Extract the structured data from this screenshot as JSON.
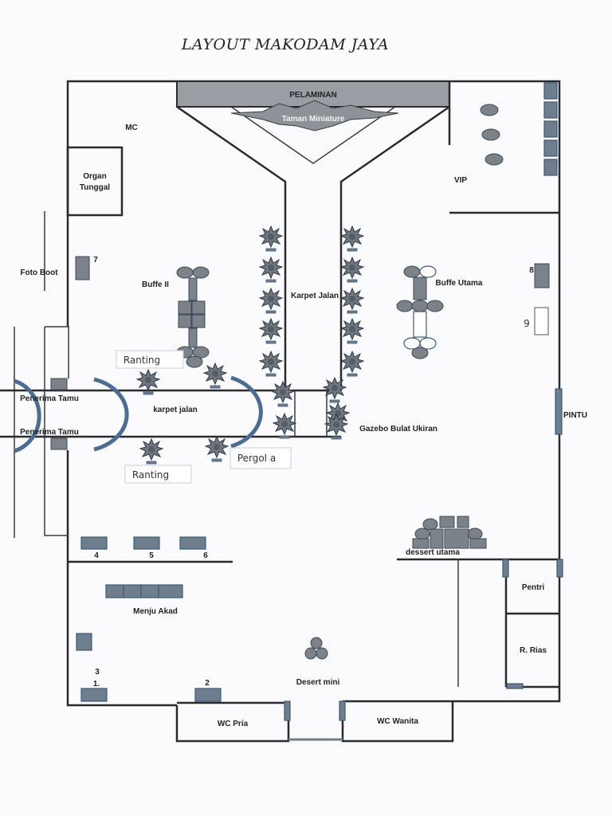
{
  "title": "LAYOUT MAKODAM JAYA",
  "labels": {
    "pelaminan": "PELAMINAN",
    "taman": "Taman Miniature",
    "mc": "MC",
    "organ1": "Organ",
    "organ2": "Tunggal",
    "vip": "VIP",
    "foto_boot": "Foto Boot",
    "buffe2": "Buffe II",
    "karpet_jalan_v": "Karpet Jalan",
    "buffe_utama": "Buffe Utama",
    "karpet_jalan_h": "karpet jalan",
    "gazebo": "Gazebo Bulat Ukiran",
    "penerima1": "Penerima Tamu",
    "penerima2": "Penerima Tamu",
    "pintu": "PINTU",
    "dessert_utama": "dessert utama",
    "pentri": "Pentri",
    "rias": "R. Rias",
    "menju_akad": "Menju Akad",
    "desert_mini": "Desert mini",
    "wc_pria": "WC Pria",
    "wc_wanita": "WC Wanita"
  },
  "callouts": {
    "ranting_top": "Ranting",
    "ranting_bottom": "Ranting",
    "pergola": "Pergol a"
  },
  "numbers": {
    "n1": "1.",
    "n2": "2",
    "n3": "3",
    "n4": "4",
    "n5": "5",
    "n6": "6",
    "n7": "7",
    "n8": "8",
    "n9": "9"
  },
  "colors": {
    "wall": "#2b2b2b",
    "furniture": "#7d8289",
    "arch": "#4b6d94",
    "pelaminan": "#9a9ea4"
  }
}
